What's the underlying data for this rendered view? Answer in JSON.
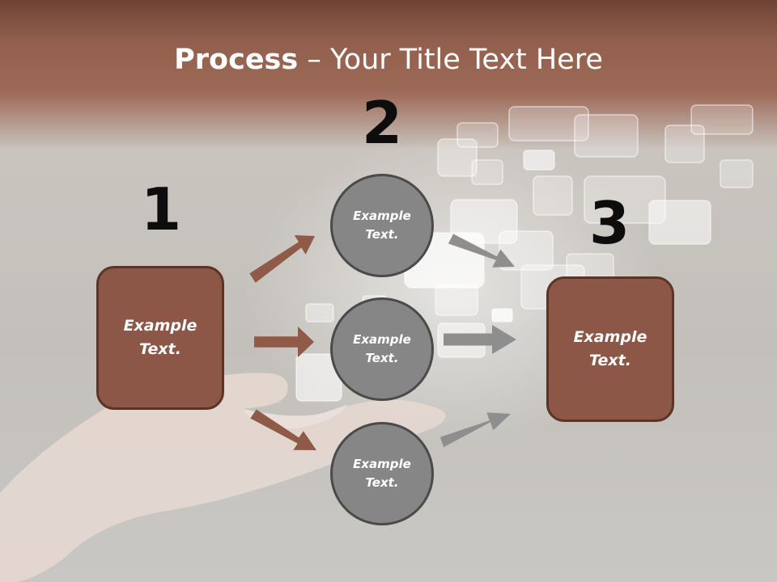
{
  "title": {
    "strong": "Process",
    "rest": " – Your Title Text Here"
  },
  "steps": {
    "one": {
      "number": "1",
      "text": "Example\nText."
    },
    "two": {
      "number": "2"
    },
    "three": {
      "number": "3",
      "text": "Example\nText."
    }
  },
  "circles": [
    {
      "text": "Example\nText."
    },
    {
      "text": "Example\nText."
    },
    {
      "text": "Example\nText."
    }
  ],
  "colors": {
    "brown_fill": "#8c5746",
    "brown_border": "#5c3426",
    "brown_arrow": "#8f5a48",
    "gray_fill": "#868686",
    "gray_border": "#4a4a4a",
    "gray_arrow": "#8e8e8e"
  }
}
